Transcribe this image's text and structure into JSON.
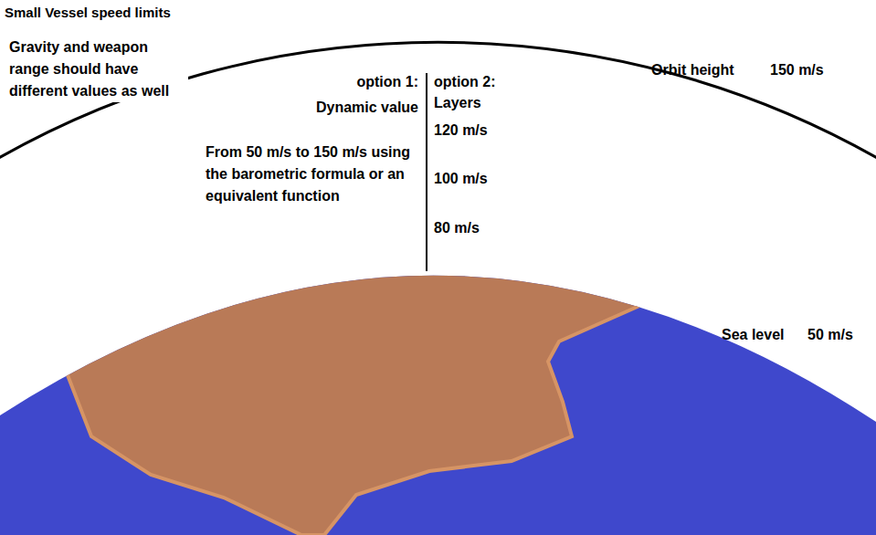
{
  "diagram": {
    "title": "Small Vessel speed limits",
    "labels": [
      "Gravity and weapon range should have different values as well",
      "option 1:",
      "Dynamic value",
      "option 2:",
      "Layers",
      "120 m/s",
      "From 50 m/s to 150 m/s using the barometric formula or an equivalent function",
      "100 m/s",
      "80 m/s",
      "Orbit height",
      "150 m/s",
      "Sea level",
      "50 m/s"
    ]
  }
}
